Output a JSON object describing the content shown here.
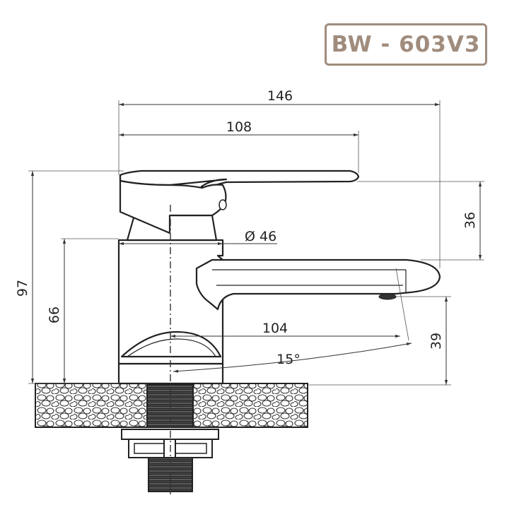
{
  "model": {
    "code": "BW - 603V3",
    "color": "#a08c7d"
  },
  "dimensions": {
    "overall_length": "146",
    "handle_length": "108",
    "lever_height": "36",
    "body_diameter": "Ø 46",
    "total_height": "97",
    "spout_height": "66",
    "spout_reach": "104",
    "outlet_clearance": "39",
    "swivel_angle": "15°"
  }
}
